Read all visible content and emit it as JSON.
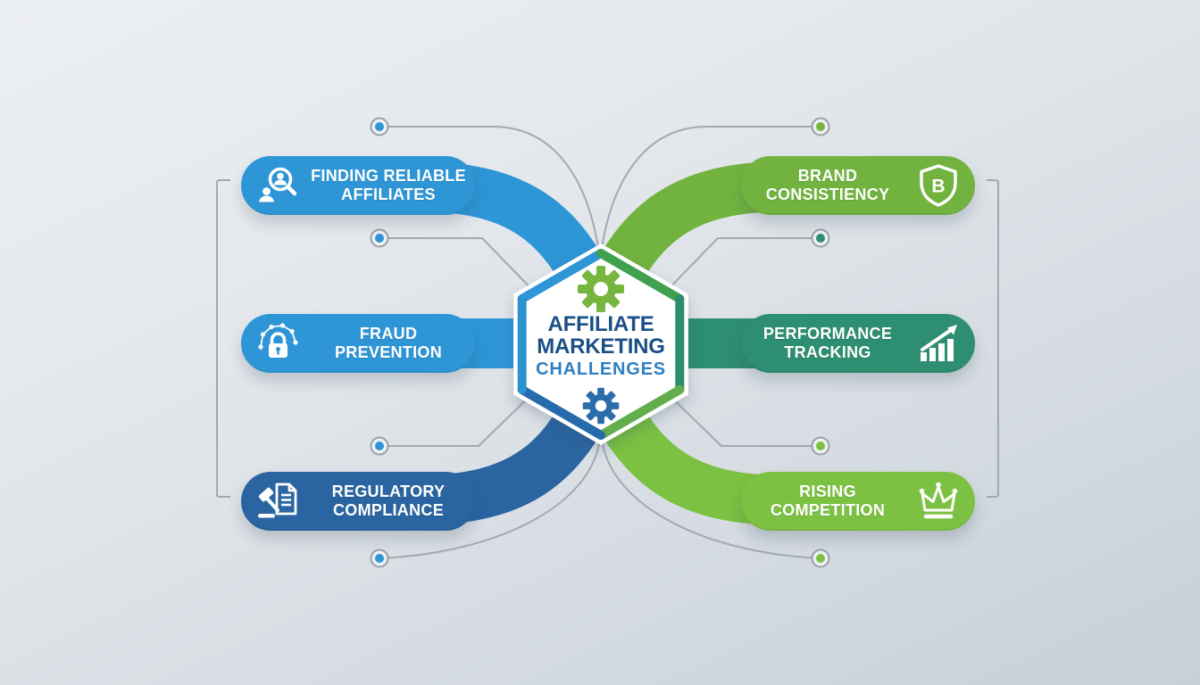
{
  "title": "Affiliate Marketing Challenges",
  "center": {
    "line1": "AFFILIATE",
    "line2": "MARKETING",
    "line3": "CHALLENGES",
    "text_colors": {
      "primary": "#1a5086",
      "secondary": "#2e7fc1"
    },
    "gears": {
      "top": "#76b63e",
      "bottom": "#2b6dab"
    },
    "border": {
      "upper_left": "#2e96d6",
      "upper_right": "#3fa04e",
      "right": "#2e8e71",
      "lower_right": "#63ae4c",
      "lower_left": "#266bab",
      "left": "#2d93d0"
    }
  },
  "cards": [
    {
      "label": "FINDING RELIABLE\nAFFILIATES",
      "color": "#2e96d6",
      "icon": "search-user-icon"
    },
    {
      "label": "FRAUD\nPREVENTION",
      "color": "#2e96d6",
      "icon": "network-lock-icon"
    },
    {
      "label": "REGULATORY\nCOMPLIANCE",
      "color": "#2a65a2",
      "icon": "gavel-document-icon"
    },
    {
      "label": "BRAND\nCONSISTIENCY",
      "color": "#72b33f",
      "icon": "shield-icon",
      "icon_letter": "B"
    },
    {
      "label": "PERFORMANCE\nTRACKING",
      "color": "#2e8e71",
      "icon": "growth-chart-icon"
    },
    {
      "label": "RISING\nCOMPETITION",
      "color": "#7cc142",
      "icon": "crown-icon"
    }
  ],
  "dots": [
    {
      "color": "#2e96d6"
    },
    {
      "color": "#2e96d6"
    },
    {
      "color": "#2e96d6"
    },
    {
      "color": "#2e96d6"
    },
    {
      "color": "#76b63e"
    },
    {
      "color": "#2e8e71"
    },
    {
      "color": "#7cc142"
    },
    {
      "color": "#7cc142"
    }
  ],
  "palette": {
    "background_top": "#ecEFf2",
    "background_bottom": "#c7cfd8",
    "line": "#a3a9b1",
    "dot_ring": "#9aa0a8",
    "dot_fill": "#edf0f3",
    "hexagon_fill": "#ffffff"
  }
}
